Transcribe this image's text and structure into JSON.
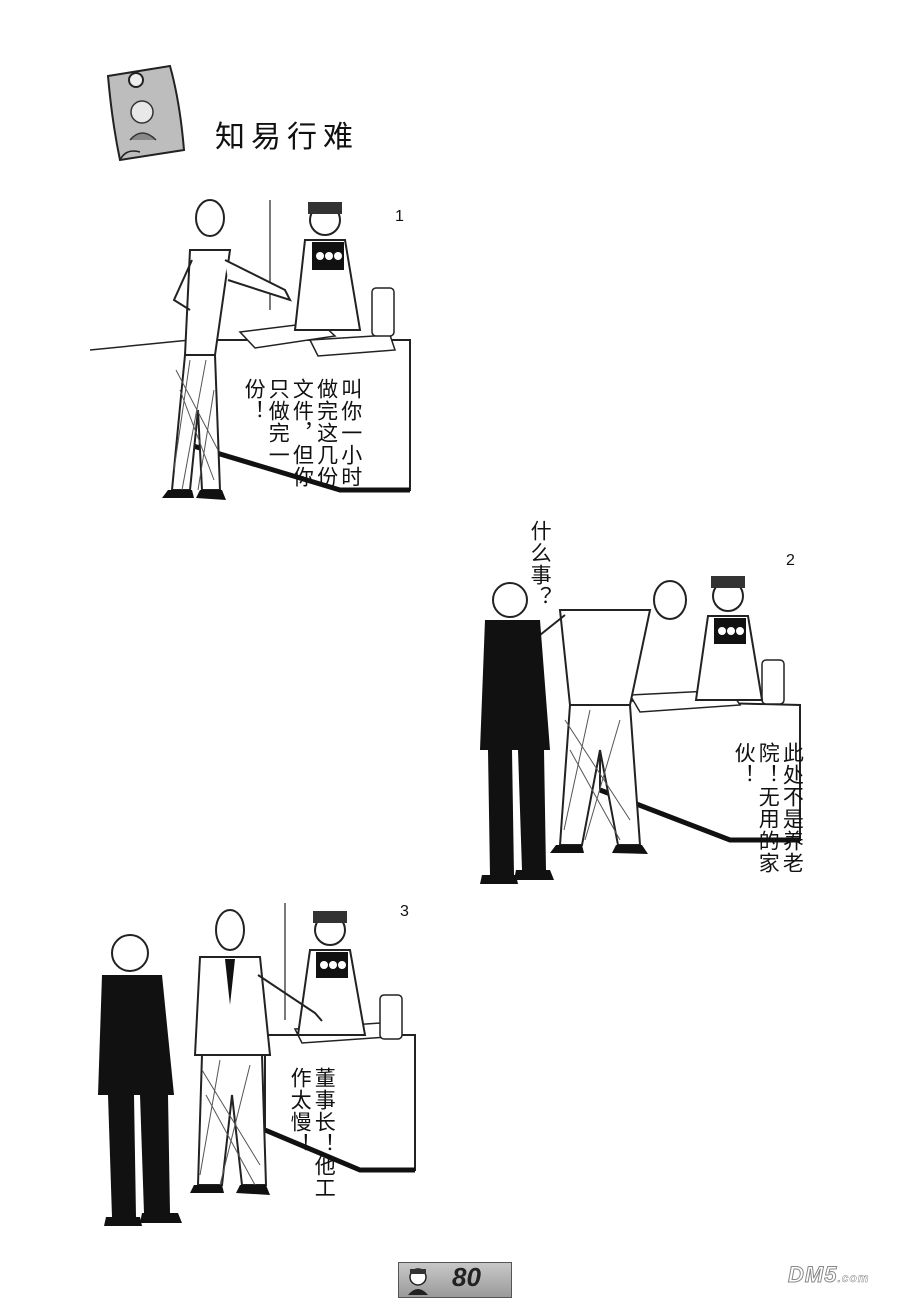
{
  "page": {
    "title": "知易行难",
    "page_number": "80",
    "watermark_main": "DM5",
    "watermark_suffix": ".com"
  },
  "panels": [
    {
      "number": "1",
      "speech": "叫你一小时做完这几份文件，但你只做完一份！"
    },
    {
      "number": "2",
      "speech_left": "什么事？",
      "speech_right": "此处不是养老院！无用的家伙！"
    },
    {
      "number": "3",
      "speech": "董事长！他工作太慢！"
    }
  ]
}
